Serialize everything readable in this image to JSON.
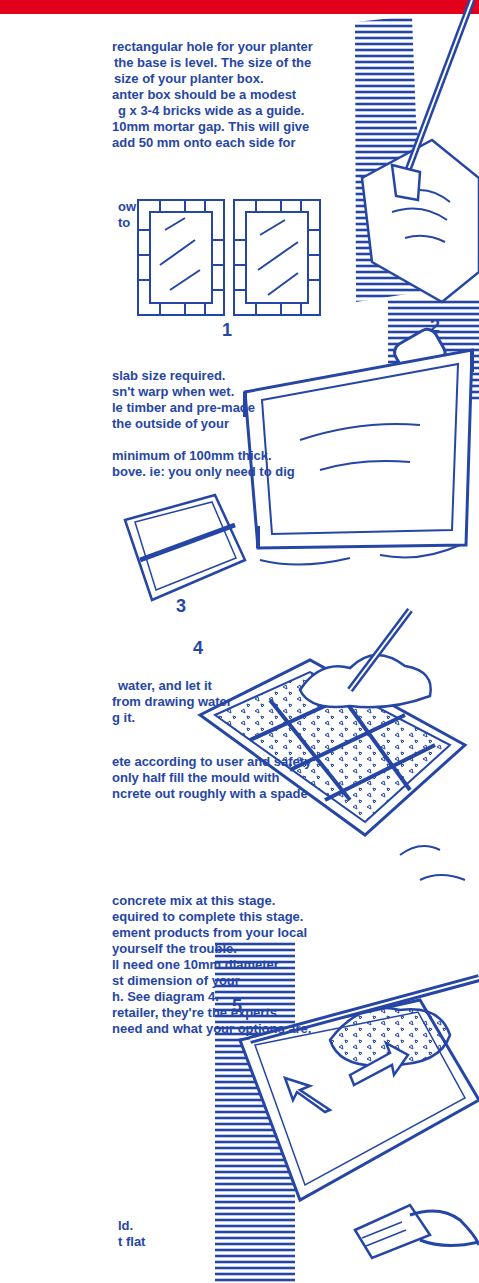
{
  "diagram": {
    "labels": [
      "rectangular hole for your planter",
      "the base is level. The size of the",
      "size of your planter box.",
      "anter box should be a modest",
      "g x 3-4 bricks wide as a guide.",
      "10mm mortar gap. This will give",
      "add 50 mm onto each side for",
      "ow",
      "to",
      "1",
      "2",
      "slab size required.",
      "sn't warp when wet.",
      "le timber and pre-made",
      "the outside of your",
      "minimum of 100mm thick.",
      "bove. ie: you only need to dig",
      "3",
      "4",
      "water, and let it",
      "from drawing water",
      "g it.",
      "ete according to user and safety",
      "only half fill the mould with",
      "ncrete out roughly with a spade",
      "concrete mix at this stage.",
      "equired to complete this stage.",
      "ement products from your local",
      "yourself the trouble.",
      "ll need one 10mm diameter",
      "st dimension of your",
      "h. See diagram 4.",
      "retailer, they're the experts",
      "need and what your options are.",
      "5",
      "ld.",
      "t flat"
    ]
  }
}
